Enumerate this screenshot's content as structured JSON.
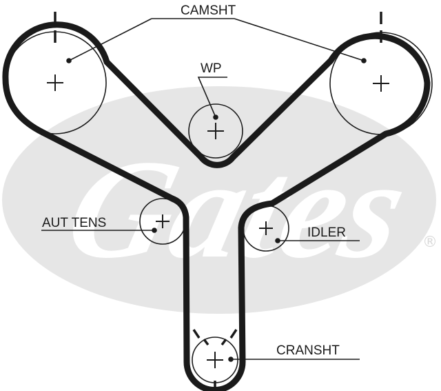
{
  "labels": {
    "camshaft": "CAMSHT",
    "water_pump": "WP",
    "auto_tensioner": "AUT TENS",
    "idler": "IDLER",
    "crankshaft": "CRANSHT"
  },
  "watermark": {
    "brand": "Gates",
    "registered_mark": "®"
  },
  "colors": {
    "belt": "#1a1a1a",
    "watermark": "#e6e6e6",
    "background": "#ffffff"
  }
}
